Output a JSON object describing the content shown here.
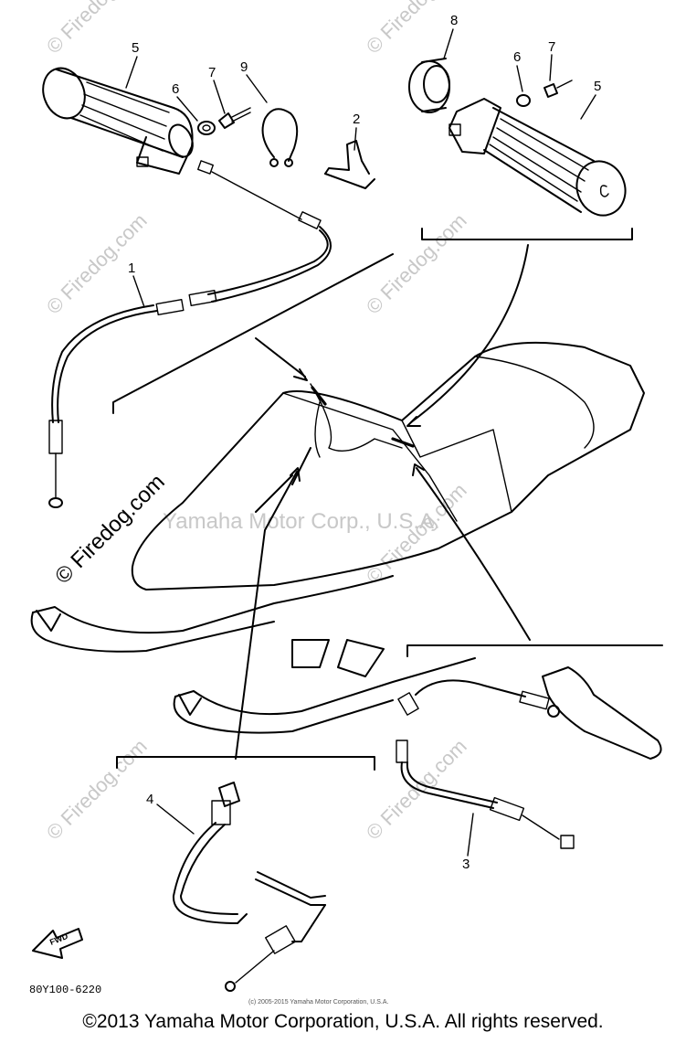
{
  "diagram": {
    "part_numbers": {
      "p1": "1",
      "p2": "2",
      "p3": "3",
      "p4": "4",
      "p5_left": "5",
      "p5_right": "5",
      "p6_left": "6",
      "p6_right": "6",
      "p7_left": "7",
      "p7_right": "7",
      "p8": "8",
      "p9": "9"
    },
    "fwd_label": "FWD",
    "drawing_code": "80Y100-6220",
    "small_copyright": "(c) 2005-2015 Yamaha Motor Corporation, U.S.A."
  },
  "watermarks": {
    "site": "© Firedog.com",
    "center": "Yamaha Motor Corp., U.S.A."
  },
  "footer": {
    "copyright": "©2013 Yamaha Motor Corporation, U.S.A. All rights reserved."
  }
}
